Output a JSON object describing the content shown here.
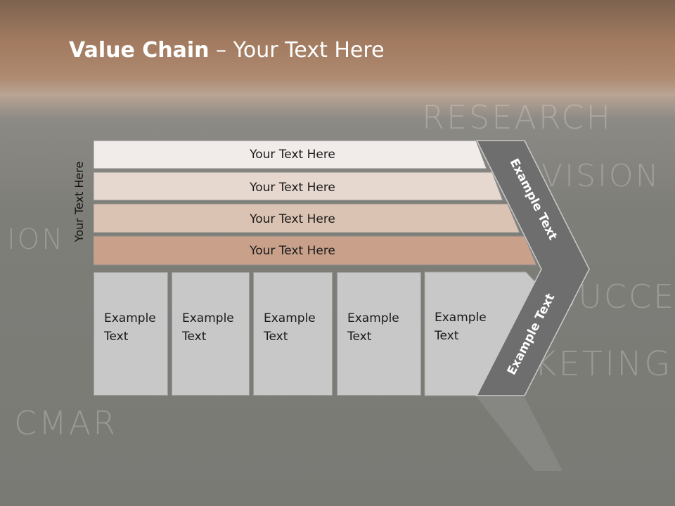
{
  "title": {
    "bold": "Value Chain",
    "rest": " – Your Text Here"
  },
  "vertical_label": "Your Text Here",
  "bars": [
    {
      "label": "Your Text Here",
      "fill": "#f1ecea"
    },
    {
      "label": "Your Text Here",
      "fill": "#e6d8cf"
    },
    {
      "label": "Your Text Here",
      "fill": "#dbc3b3"
    },
    {
      "label": "Your Text Here",
      "fill": "#c9a18b"
    }
  ],
  "boxes": [
    {
      "line1": "Example",
      "line2": "Text"
    },
    {
      "line1": "Example",
      "line2": "Text"
    },
    {
      "line1": "Example",
      "line2": "Text"
    },
    {
      "line1": "Example",
      "line2": "Text"
    },
    {
      "line1": "Example",
      "line2": "Text"
    }
  ],
  "chevron": {
    "upper": "Example Text",
    "lower": "Example Text",
    "fill": "#6e6e6e"
  },
  "background_words": [
    "RESEARCH",
    "VISION",
    "SUCCE",
    "KETING",
    "ION",
    "CMAR"
  ]
}
